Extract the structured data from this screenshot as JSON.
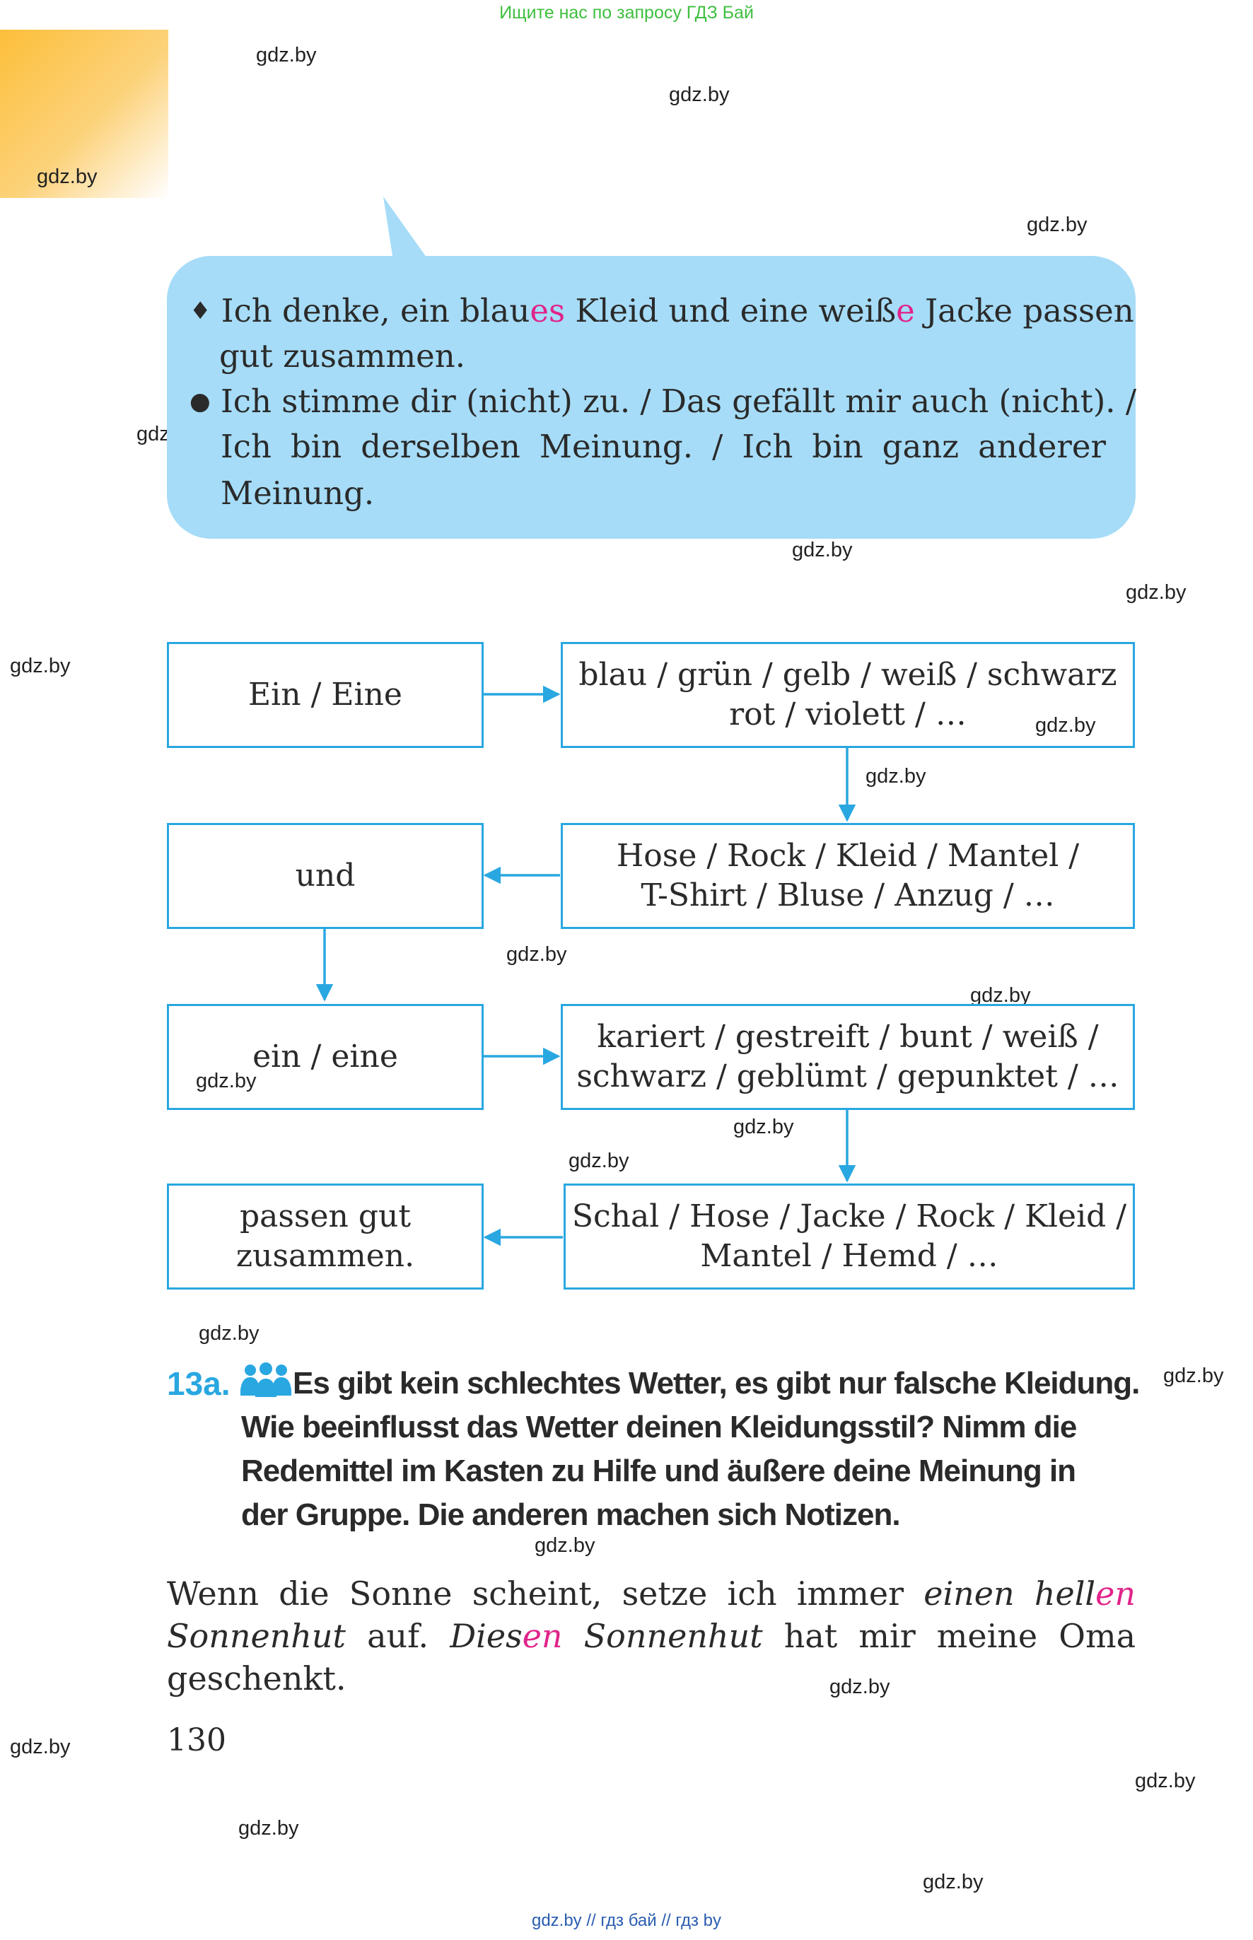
{
  "top_banner": "Ищите нас по запросу ГДЗ Бай",
  "watermark": "gdz.by",
  "bubble": {
    "line1_a": "Ich denke, ein blau",
    "line1_b": "es",
    "line1_c": " Kleid und eine weiß",
    "line1_d": "e",
    "line1_e": " Jacke passen",
    "line2": "gut zusammen.",
    "line3": "Ich stimme dir (nicht) zu. / Das gefällt mir auch (nicht). /",
    "line4": "Ich bin derselben Meinung. / Ich bin ganz anderer",
    "line5": "Meinung.",
    "bullet1": "♦",
    "bullet2": "●"
  },
  "flow": {
    "box1": "Ein / Eine",
    "box2_l1": "blau / grün / gelb / weiß / schwarz",
    "box2_l2": "rot / violett / …",
    "box3_l1": "Hose / Rock / Kleid / Mantel /",
    "box3_l2": "T-Shirt / Bluse / Anzug / …",
    "box4": "und",
    "box5": "ein / eine",
    "box6_l1": "kariert / gestreift / bunt / weiß /",
    "box6_l2": "schwarz / geblümt / gepunktet / …",
    "box7_l1": "Schal / Hose / Jacke / Rock / Kleid /",
    "box7_l2": "Mantel / Hemd / …",
    "box8_l1": "passen gut",
    "box8_l2": "zusammen."
  },
  "task": {
    "number": "13a.",
    "line1": "Es gibt kein schlechtes Wetter, es gibt nur falsche Kleidung.",
    "line2": "Wie beeinflusst das Wetter deinen Kleidungsstil? Nimm die",
    "line3": "Redemittel im Kasten zu Hilfe und äußere deine Meinung in",
    "line4": "der Gruppe. Die anderen machen sich Notizen."
  },
  "example": {
    "l1_a": "Wenn die Sonne scheint, setze ich immer ",
    "l1_b": "einen hell",
    "l1_c": "en",
    "l2_a": "Sonnenhut",
    "l2_b": " auf. ",
    "l2_c": "Dies",
    "l2_d": "en",
    "l2_e": " Sonnenhut",
    "l2_f": " hat mir meine Oma",
    "l3": "geschenkt."
  },
  "page_number": "130",
  "bottom_line": "gdz.by  //  гдз бай  //  гдз by",
  "colors": {
    "accent": "#29a7e1",
    "bubble": "#a6dcf7",
    "pink": "#e0248a"
  }
}
